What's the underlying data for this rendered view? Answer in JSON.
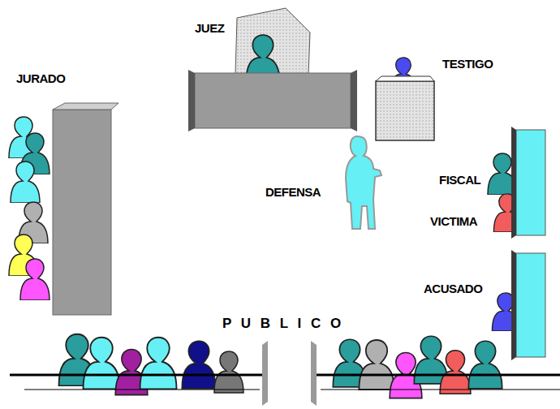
{
  "diagram": {
    "labels": [
      "JUEZ",
      "TESTIGO",
      "JURADO",
      "DEFENSA",
      "FISCAL",
      "VICTIMA",
      "ACUSADO",
      "P U B L I C O"
    ]
  }
}
